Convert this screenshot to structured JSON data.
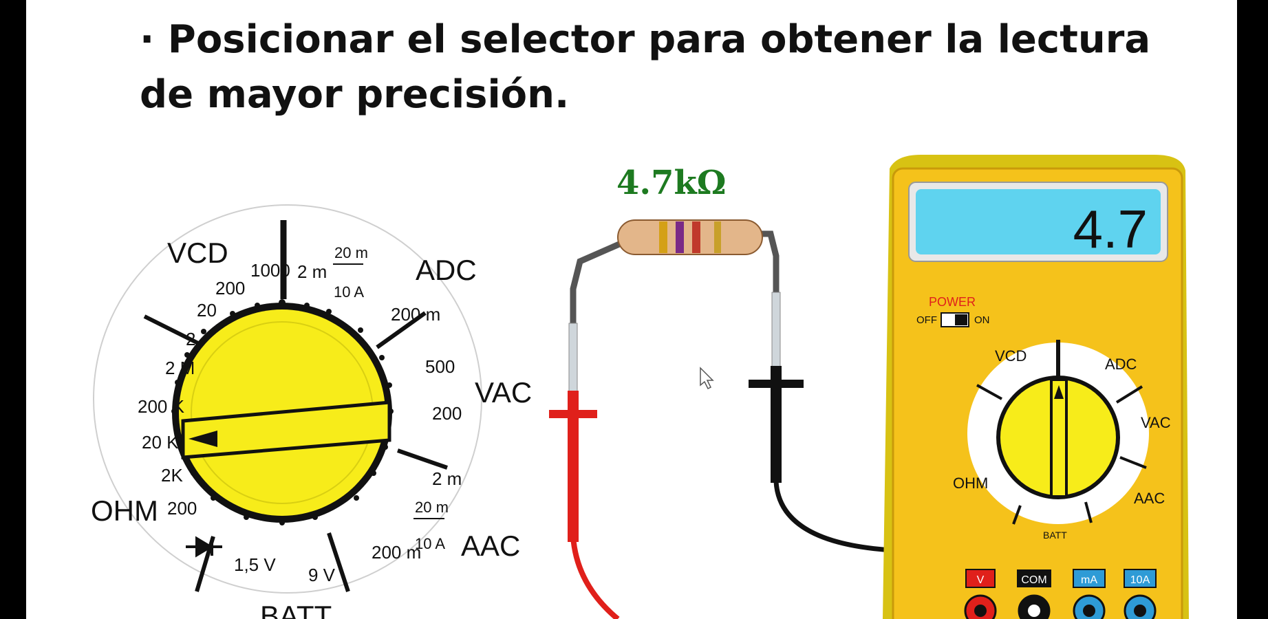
{
  "instruction": {
    "bullet": "·",
    "text": "Posicionar el selector para obtener la lectura de mayor precisión."
  },
  "resistor": {
    "label": "4.7kΩ",
    "bands": [
      "#d4a017",
      "#7a2a86",
      "#c0392b",
      "#c8a02a"
    ]
  },
  "large_dial": {
    "section_labels": {
      "vcd": "VCD",
      "adc": "ADC",
      "vac": "VAC",
      "aac": "AAC",
      "ohm": "OHM",
      "batt": "BATT"
    },
    "vcd_ranges": [
      "1000",
      "200",
      "20",
      "2"
    ],
    "adc_ranges": {
      "r1": "2 m",
      "r2_top": "20 m",
      "r2_bottom": "10 A",
      "r3": "200 m"
    },
    "vac_ranges": [
      "500",
      "200"
    ],
    "aac_ranges": {
      "r1": "2 m",
      "r2_top": "20 m",
      "r2_bottom": "10 A",
      "r3": "200 m"
    },
    "ohm_ranges": [
      "2 M",
      "200 K",
      "20 K",
      "2K",
      "200"
    ],
    "batt_ranges": [
      "1,5 V",
      "9 V"
    ],
    "selected_position": "20 K"
  },
  "multimeter": {
    "display_value": "4.7",
    "power_label": "POWER",
    "off_label": "OFF",
    "on_label": "ON",
    "mini_labels": {
      "vcd": "VCD",
      "adc": "ADC",
      "vac": "VAC",
      "aac": "AAC",
      "ohm": "OHM",
      "batt": "BATT"
    },
    "jacks": [
      "V",
      "COM",
      "mA",
      "10A"
    ]
  },
  "colors": {
    "dial_yellow": "#f7ec1a",
    "meter_body": "#f5c21b",
    "display": "#5fd3ef",
    "probe_red": "#e0201b",
    "probe_black": "#111111"
  }
}
